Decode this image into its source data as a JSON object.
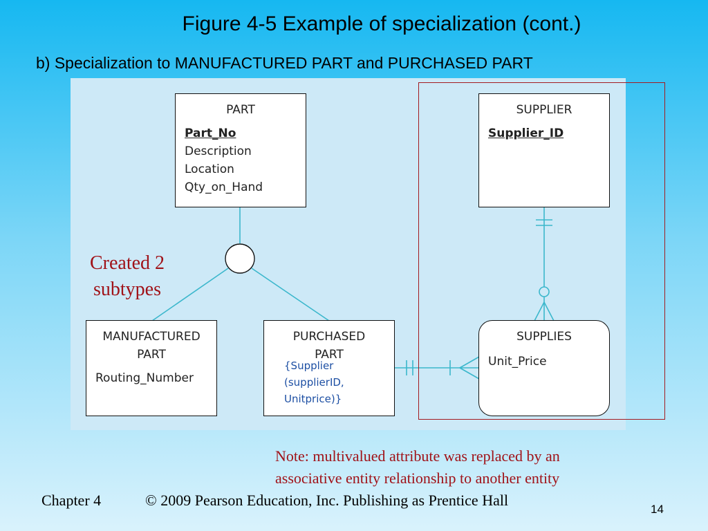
{
  "slide": {
    "title": "Figure 4-5 Example of specialization (cont.)",
    "subtitle": "b) Specialization to MANUFACTURED PART and PURCHASED PART"
  },
  "entities": {
    "part": {
      "name": "PART",
      "primary_key": "Part_No",
      "attributes": [
        "Description",
        "Location",
        "Qty_on_Hand"
      ]
    },
    "supplier": {
      "name": "SUPPLIER",
      "primary_key": "Supplier_ID"
    },
    "manufactured_part": {
      "name_line1": "MANUFACTURED",
      "name_line2": "PART",
      "attributes": [
        "Routing_Number"
      ]
    },
    "purchased_part": {
      "name_line1": "PURCHASED",
      "name_line2": "PART",
      "multivalued_lines": [
        "{Supplier",
        "(supplierID,",
        "Unitprice)}"
      ]
    },
    "supplies": {
      "name": "SUPPLIES",
      "attributes": [
        "Unit_Price"
      ]
    }
  },
  "annotations": {
    "created_line1": "Created 2",
    "created_line2": "subtypes",
    "note_line1": "Note: multivalued attribute was replaced by an",
    "note_line2": "associative entity relationship to another entity"
  },
  "footer": {
    "chapter": "Chapter 4",
    "copyright": "© 2009 Pearson Education, Inc.  Publishing as Prentice Hall",
    "page_number": "14"
  },
  "colors": {
    "connector": "#3bb7cc",
    "annotation_red": "#a01218",
    "multivalued_text": "#1d4fa3"
  }
}
